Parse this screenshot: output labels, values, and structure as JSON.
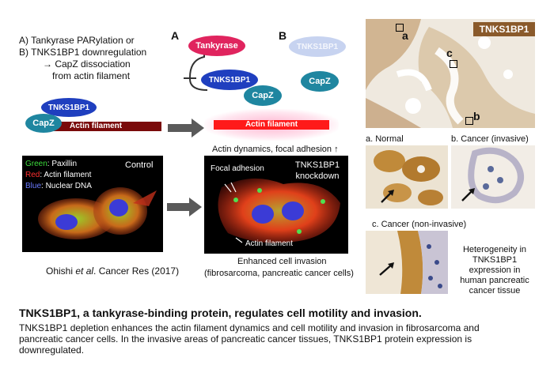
{
  "mechanism": {
    "line_a": "A)  Tankyrase PARylation or",
    "line_b": "B)  TNKS1BP1 downregulation",
    "line_c": "→ CapZ dissociation",
    "line_d": "from actin filament"
  },
  "scheme": {
    "label_a": "A",
    "label_b": "B",
    "tankyrase": "Tankyrase",
    "tnks1bp1_a": "TNKS1BP1",
    "capz_a": "CapZ",
    "tnks1bp1_b": "TNKS1BP1",
    "capz_b": "CapZ",
    "left_tnks1bp1": "TNKS1BP1",
    "left_capz": "CapZ",
    "left_actin": "Actin filament",
    "right_actin": "Actin filament",
    "dynamics_note": "Actin dynamics, focal adhesion ↑"
  },
  "control_image": {
    "legend_green": "Green",
    "legend_green_text": ": Paxillin",
    "legend_red": "Red",
    "legend_red_text": ": Actin filament",
    "legend_blue": "Blue",
    "legend_blue_text": ": Nuclear DNA",
    "title": "Control"
  },
  "knockdown_image": {
    "focal_label": "Focal adhesion",
    "title_line1": "TNKS1BP1",
    "title_line2": "knockdown",
    "actin_label": "Actin filament"
  },
  "invasion": {
    "line1": "Enhanced cell invasion",
    "line2": "(fibrosarcoma, pancreatic cancer cells)"
  },
  "citation": {
    "author": "Ohishi ",
    "etal": "et al",
    "rest": ". Cancer Res (2017)"
  },
  "tissue": {
    "stain_label": "TNKS1BP1",
    "marker_a": "a",
    "marker_b": "b",
    "marker_c": "c",
    "panel_a": "a. Normal",
    "panel_b": "b. Cancer (invasive)",
    "panel_c": "c. Cancer (non-invasive)",
    "note_line1": "Heterogeneity in",
    "note_line2": "TNKS1BP1",
    "note_line3": "expression in",
    "note_line4": "human pancreatic",
    "note_line5": "cancer tissue"
  },
  "summary": {
    "headline": "TNKS1BP1, a tankyrase-binding protein, regulates cell motility and invasion.",
    "body_line1": "TNKS1BP1 depletion enhances the actin filament dynamics and cell motility and invasion in fibrosarcoma and",
    "body_line2": "pancreatic cancer cells. In the invasive areas of pancreatic cancer tissues, TNKS1BP1 protein expression is",
    "body_line3": "downregulated."
  },
  "colors": {
    "tankyrase": "#e0245e",
    "tnks1bp1": "#1f3fbf",
    "capz": "#1f86a0",
    "actin_dark": "#7a0a0a",
    "actin_bright": "#ff1a1a",
    "tnks1bp1_faded": "#c7d3f0",
    "stain_brown": "#8a5a2b"
  }
}
